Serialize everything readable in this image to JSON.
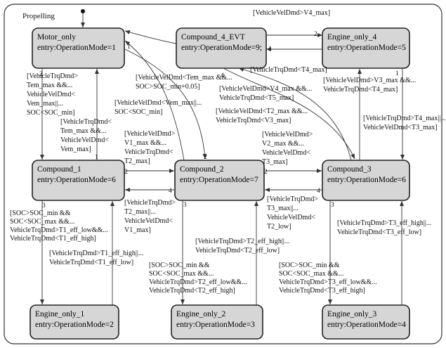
{
  "container_title": "Propelling",
  "states": [
    {
      "id": "motor_only",
      "name": "Motor_only",
      "entry": "entry:OperationMode=1"
    },
    {
      "id": "compound_4_evt",
      "name": "Compound_4_EVT",
      "entry": "entry:OperationMode=9;"
    },
    {
      "id": "engine_only_4",
      "name": "Engine_only_4",
      "entry": "entry:OperationMode=5"
    },
    {
      "id": "compound_1",
      "name": "Compound_1",
      "entry": "entry:OperationMode=6"
    },
    {
      "id": "compound_2",
      "name": "Compound_2",
      "entry": "entry:OperationMode=7"
    },
    {
      "id": "compound_3",
      "name": "Compound_3",
      "entry": "entry:OperationMode=6"
    },
    {
      "id": "engine_only_1",
      "name": "Engine_only_1",
      "entry": "entry:OperationMode=2"
    },
    {
      "id": "engine_only_2",
      "name": "Engine_only_2",
      "entry": "entry:OperationMode=3"
    },
    {
      "id": "engine_only_3",
      "name": "Engine_only_3",
      "entry": "entry:OperationMode=4"
    }
  ],
  "guards": {
    "v4max_gt": [
      "[VehicleVelDmd>V4_max]"
    ],
    "t4max_lt": [
      "[VehicleTrqDmd<T4_max]"
    ],
    "m_to_c1": [
      "[VehicleTrqDmd>",
      "Tem_max &&...",
      "VehicleVelDmd<",
      "Vem_max||...",
      "SOC<SOC_min]"
    ],
    "c1_to_m": [
      "[VehicleTrqDmd<",
      "Tem_max &&...",
      "VehicleVelDmd<",
      "Vem_max]"
    ],
    "to_motor_top": [
      "[VehicleVelDmd<Tem_max &&...",
      "SOC>SOC_min+0.05]"
    ],
    "to_motor_2": [
      "[VehicleVelDmd<Vem_max||...",
      "SOC<SOC_min]"
    ],
    "v1max": [
      "[VehicleVelDmd>",
      "V1_max &&...",
      "VehicleTrqDmd<",
      "T2_max]"
    ],
    "v4_t5": [
      "[VehicleVelDmd>V4_max &&...",
      "VehicleTrqDmd<T5_max]"
    ],
    "t2_v3": [
      "[VehicleVelDmd<T2_max &&...",
      "VehicleTrqDmd<V3_max]"
    ],
    "v3_t4": [
      "[VehicleVelDmd>V3_max &&...",
      "VehicleTrqDmd<T4_max]"
    ],
    "t4_t3": [
      "[VehicleTrqDmd>T4_max||...",
      "VehicleVelDmd<T3_max]"
    ],
    "v2max": [
      "[VehicleVelDmd>",
      "V2_max &&...",
      "VehicleVelDmd<",
      "T3_max]"
    ],
    "t2max_v1": [
      "[VehicleTrqDmd>",
      "T2_max||...",
      "VehicleVelDmd<",
      "V1_max]"
    ],
    "t3max_t2": [
      "[VehicleTrqDmd>",
      "T3_max||...",
      "VehicleVelDmd<",
      "T2_low]"
    ],
    "c1_to_e1": [
      "[SOC>SOC_min &&",
      "SOC<SOC_max &&...",
      "VehicleTrqDmd>T1_eff_low&&...",
      "VehicleTrqDmd<T1_eff_high]"
    ],
    "e1_to_c1": [
      "[VehicleTrqDmd>T1_eff_high||...",
      "VehicleTrqDmd<T1_eff_low]"
    ],
    "c2_to_e2": [
      "[SOC>SOC_min &&",
      "SOC<SOC_max &&...",
      "VehicleTrqDmd>T2_eff_low&&...",
      "VehicleTrqDmd<T2_eff_high]"
    ],
    "e2_to_c2": [
      "[VehicleTrqDmd>T2_eff_high||...",
      "VehicleTrqDmd<T2_eff_low]"
    ],
    "c3_to_e3": [
      "[SOC>SOC_min &&",
      "SOC<SOC_max &&...",
      "VehicleTrqDmd>T3_eff_low&&...",
      "VehicleTrqDmd<T3_eff_high]"
    ],
    "e3_to_c3": [
      "[VehicleTrqDmd>T3_eff_high||...",
      "VehicleTrqDmd<T3_eff_low]"
    ]
  },
  "priorities": {
    "p_m_1": "1",
    "p_m_2": "2",
    "p_evt_1": "1",
    "p_evt_4": "4",
    "p_e4_2": "2",
    "p_e4_1": "1",
    "p_c1_1": "1",
    "p_c1_2": "2",
    "p_c1_3": "3",
    "p_c2_2": "2",
    "p_c2_4": "4",
    "p_c2_3": "3",
    "p_c3_2": "2",
    "p_c3_4": "4",
    "p_c3_3": "3"
  }
}
